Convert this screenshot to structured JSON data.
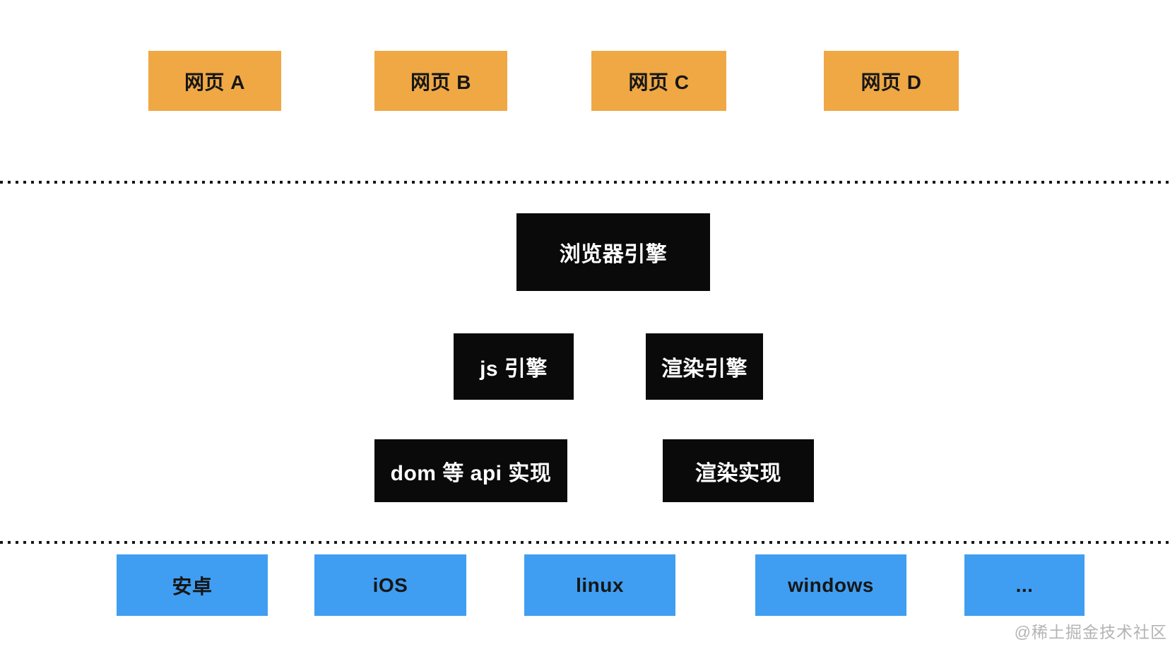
{
  "diagram": {
    "title_implied": "browser-architecture-diagram",
    "webpages": [
      {
        "label": "网页 A"
      },
      {
        "label": "网页 B"
      },
      {
        "label": "网页 C"
      },
      {
        "label": "网页 D"
      }
    ],
    "browser_engine": {
      "label": "浏览器引擎"
    },
    "engines": [
      {
        "label": "js 引擎"
      },
      {
        "label": "渲染引擎"
      }
    ],
    "implementations": [
      {
        "label": "dom 等 api 实现"
      },
      {
        "label": "渲染实现"
      }
    ],
    "platforms": [
      {
        "label": "安卓"
      },
      {
        "label": "iOS"
      },
      {
        "label": "linux"
      },
      {
        "label": "windows"
      },
      {
        "label": "..."
      }
    ],
    "watermark": "@稀土掘金技术社区",
    "colors": {
      "page_bg": "#ffffff",
      "webpage_fill": "#efa844",
      "engine_fill": "#0a0a0a",
      "platform_fill": "#3f9ef1",
      "dark_text": "#161616",
      "light_text": "#ffffff",
      "divider_dot": "#171717",
      "watermark_text": "#b4b4b4"
    }
  }
}
